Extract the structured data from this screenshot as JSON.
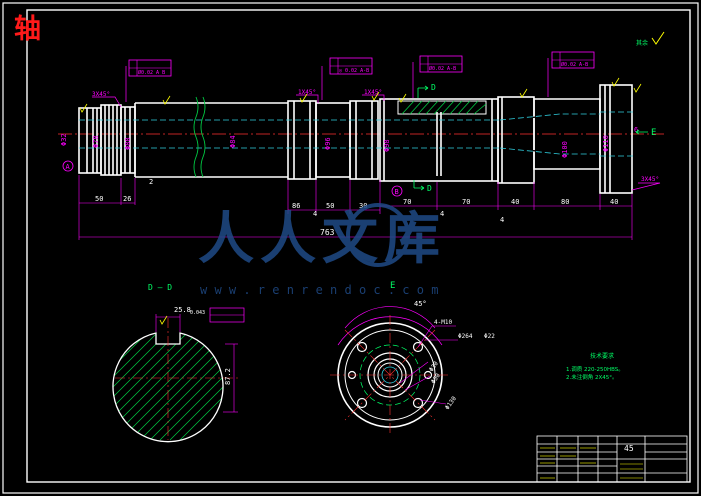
{
  "drawing": {
    "title": "轴",
    "watermark_text": "人人文库",
    "watermark_url": "w w w . r e n r e n d o c . c o m",
    "material": "45"
  },
  "colors": {
    "background": "#000000",
    "border": "#ffffff",
    "outline": "#ffffff",
    "dimension": "#ff00ff",
    "centerline": "#ff3030",
    "hatch": "#00cc44",
    "note": "#00ff66",
    "symbol": "#ffff00",
    "title": "#ff0000",
    "watermark": "#1f4a86"
  },
  "main_view": {
    "diameter_labels": [
      "Φ32",
      "Φ78",
      "Φ88",
      "Φ84",
      "Φ96",
      "Φ98",
      "Φ100",
      "Φ110",
      "6"
    ],
    "chamfer_labels": [
      "3X45°",
      "1X45°",
      "1X45°",
      "3X45°"
    ],
    "tolerance_frames": [
      "Ø0.02 A B",
      "◎ 0.02 A-B",
      "Ø0.02 A-B"
    ],
    "section_markers": [
      "D",
      "D",
      "A",
      "B",
      "E"
    ],
    "length_dims": [
      "50",
      "26",
      "2",
      "86",
      "50",
      "30",
      "70",
      "70",
      "40",
      "80",
      "40",
      "4",
      "4",
      "4"
    ],
    "total_length": "763"
  },
  "section_dd": {
    "label": "D — D",
    "width_dim": "25.8",
    "depth_dim": "87.2",
    "tolerance": "0.043"
  },
  "view_e": {
    "label": "E",
    "angle": "45°",
    "hole_spec": "4-M10",
    "diameters": [
      "Φ264",
      "Φ22",
      "Φ30",
      "Φ50",
      "Φ130"
    ]
  },
  "notes": {
    "heading": "技术要求",
    "lines": [
      "1.调质 220-250HBS。",
      "2.未注倒角 2X45°。"
    ]
  },
  "title_block": {
    "material": "45",
    "rows": [
      "",
      "",
      "",
      ""
    ]
  }
}
